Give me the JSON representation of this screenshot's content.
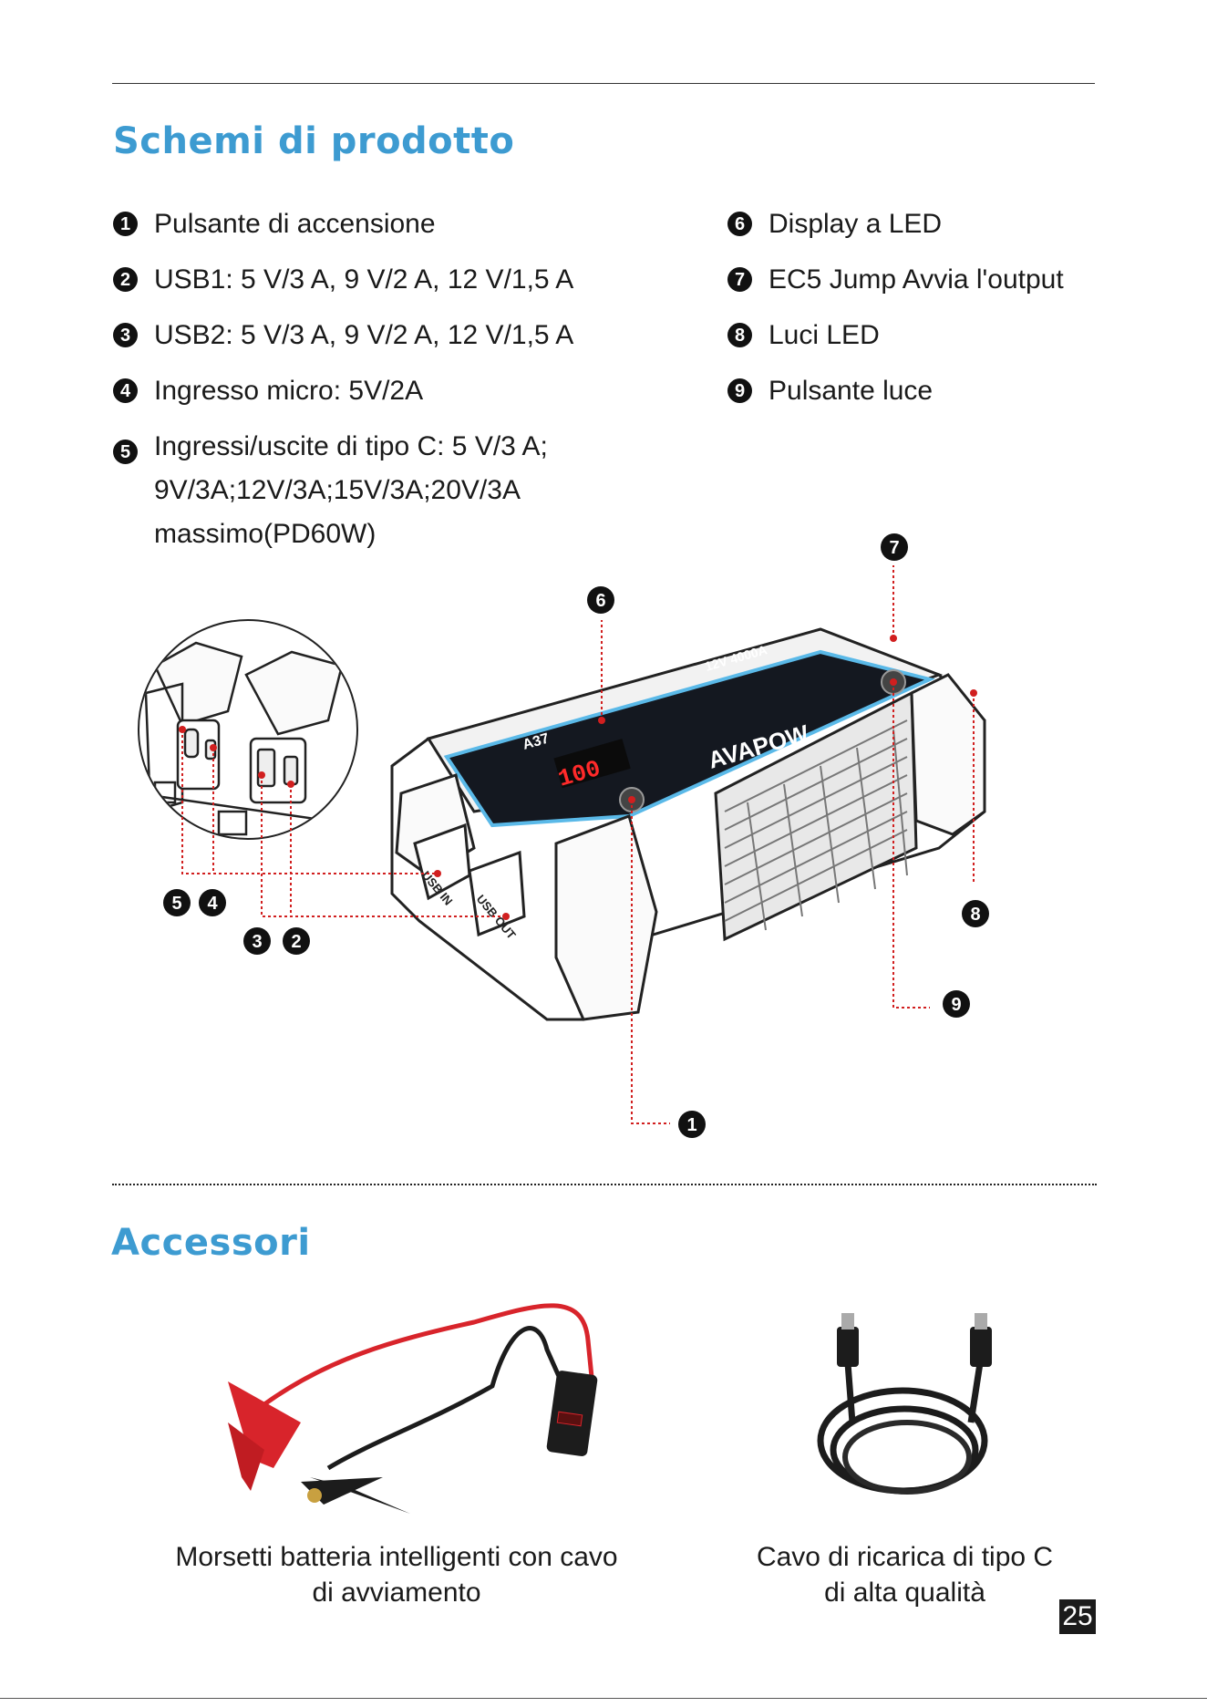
{
  "section_product": {
    "title": "Schemi di prodotto",
    "features_left": [
      {
        "num": "1",
        "lines": [
          "Pulsante di accensione"
        ]
      },
      {
        "num": "2",
        "lines": [
          "USB1: 5 V/3 A, 9 V/2 A, 12 V/1,5 A"
        ]
      },
      {
        "num": "3",
        "lines": [
          "USB2: 5 V/3 A, 9 V/2 A, 12 V/1,5 A"
        ]
      },
      {
        "num": "4",
        "lines": [
          "Ingresso micro: 5V/2A"
        ]
      },
      {
        "num": "5",
        "lines": [
          "Ingressi/uscite di tipo C: 5 V/3 A;",
          "9V/3A;12V/3A;15V/3A;20V/3A",
          "massimo(PD60W)"
        ]
      }
    ],
    "features_right": [
      {
        "num": "6",
        "lines": [
          "Display a LED"
        ]
      },
      {
        "num": "7",
        "lines": [
          "EC5 Jump Avvia l'output"
        ]
      },
      {
        "num": "8",
        "lines": [
          "Luci LED"
        ]
      },
      {
        "num": "9",
        "lines": [
          "Pulsante luce"
        ]
      }
    ]
  },
  "diagram": {
    "device_brand": "AVAPOW",
    "device_model": "A37",
    "device_spec": "12V 4000A",
    "display_value": "100",
    "port_usb_in": "USB IN",
    "port_usb_out": "USB OUT",
    "callouts": [
      "1",
      "2",
      "3",
      "4",
      "5",
      "6",
      "7",
      "8",
      "9"
    ]
  },
  "section_accessories": {
    "title": "Accessori",
    "items": [
      {
        "lines": [
          "Morsetti batteria intelligenti con cavo",
          "di avviamento"
        ]
      },
      {
        "lines": [
          "Cavo di ricarica di tipo C",
          "di alta qualità"
        ]
      }
    ]
  },
  "page_number": "25",
  "colors": {
    "title_blue": "#3d9bd1",
    "callout_red": "#d11f1f",
    "clamp_red": "#d8242b",
    "clamp_black": "#1c1c1c"
  }
}
